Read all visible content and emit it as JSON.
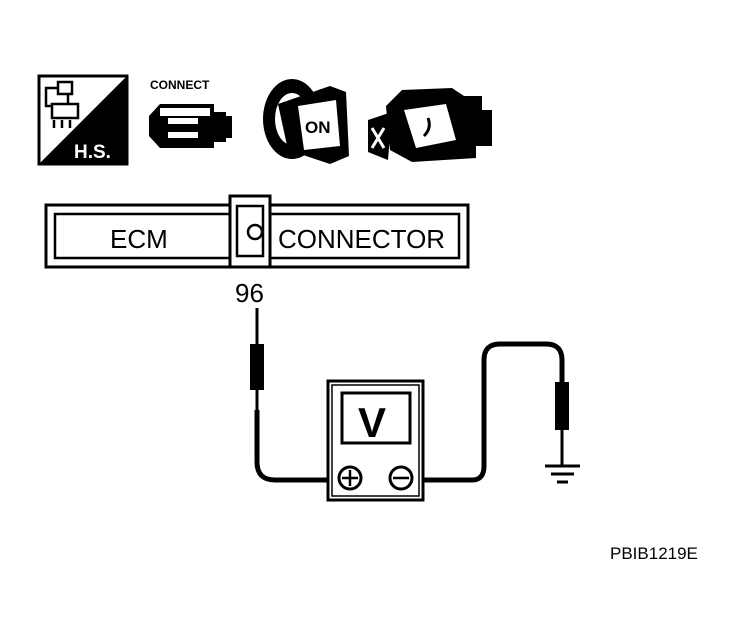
{
  "icons": {
    "harness_label": "H.S.",
    "connect_label": "CONNECT",
    "ignition_label": "ON"
  },
  "connector": {
    "left_label": "ECM",
    "right_label": "CONNECTOR",
    "pin": "96"
  },
  "meter": {
    "label": "V",
    "positive_symbol": "plus",
    "negative_symbol": "minus"
  },
  "figure_code": "PBIB1219E",
  "colors": {
    "ink": "#000000",
    "paper": "#ffffff"
  }
}
